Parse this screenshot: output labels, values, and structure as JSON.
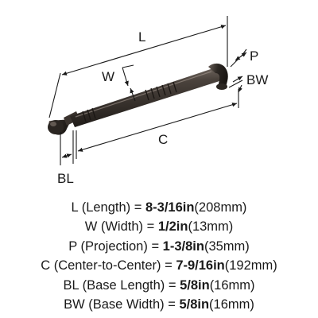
{
  "diagram": {
    "dimension_labels": {
      "length": "L",
      "width": "W",
      "projection": "P",
      "base_width": "BW",
      "center_to_center": "C",
      "base_length": "BL"
    }
  },
  "specs": [
    {
      "name": "L (Length)",
      "value": "8-3/16in",
      "metric": "(208mm)"
    },
    {
      "name": "W (Width)",
      "value": "1/2in",
      "metric": "(13mm)"
    },
    {
      "name": "P (Projection)",
      "value": "1-3/8in",
      "metric": "(35mm)"
    },
    {
      "name": "C (Center-to-Center)",
      "value": "7-9/16in",
      "metric": "(192mm)"
    },
    {
      "name": "BL (Base Length)",
      "value": "5/8in",
      "metric": "(16mm)"
    },
    {
      "name": "BW (Base Width)",
      "value": "5/8in",
      "metric": "(16mm)"
    }
  ],
  "colors": {
    "handle_dark": "#2b2622",
    "handle_mid": "#4a423c",
    "handle_highlight": "#8a7f76",
    "dimension_line": "#1a1a1a"
  }
}
